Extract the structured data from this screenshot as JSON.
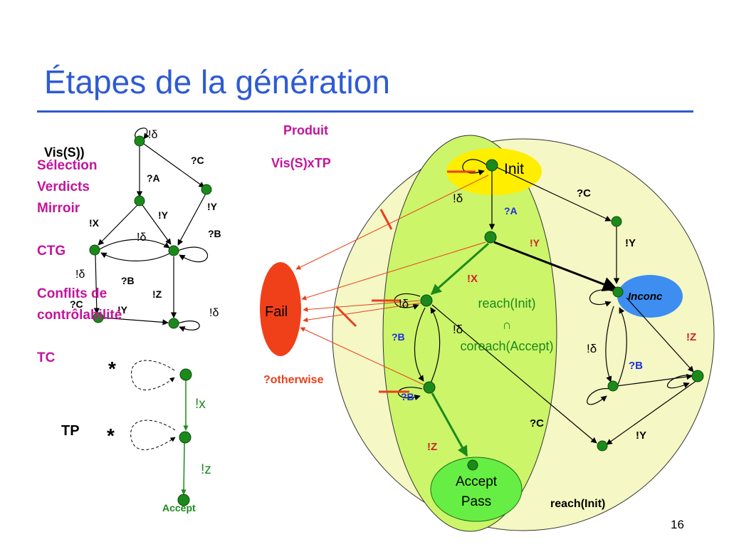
{
  "slide": {
    "title": "Étapes de la génération",
    "page_number": "16"
  },
  "steps": [
    "Sélection",
    "Verdicts",
    "Mirroir",
    "",
    "CTG",
    "",
    "Conflits de",
    "contrôlabilité",
    "",
    "TC"
  ],
  "vis_graph": {
    "title": "Vis(S))",
    "labels": {
      "delta": "!δ",
      "qA": "?A",
      "qC": "?C",
      "eX": "!X",
      "eY": "!Y",
      "qB": "?B",
      "eZ": "!Z"
    }
  },
  "tp_graph": {
    "title": "TP",
    "star": "*",
    "ex": "!x",
    "ez": "!z",
    "accept": "Accept"
  },
  "product": {
    "title_line1": "Produit",
    "title_line2": "Vis(S)xTP",
    "init": "Init",
    "fail": "Fail",
    "otherwise": "?otherwise",
    "inconc": "Inconc",
    "accept_line1": "Accept",
    "accept_line2": "Pass",
    "reach_line1": "reach(Init)",
    "reach_line2": "∩",
    "reach_line3": "coreach(Accept)",
    "reach_outer": "reach(Init)",
    "labels": {
      "delta": "!δ",
      "qA": "?A",
      "qC": "?C",
      "eY": "!Y",
      "eX": "!X",
      "qB": "?B",
      "eZ": "!Z"
    }
  },
  "colors": {
    "title": "#2f5bd2",
    "magenta": "#c4149a",
    "red": "#e8401c",
    "node_green": "#1b8a1b",
    "outer_ellipse": "#f5f7c4",
    "inner_ellipse": "#ccf56a",
    "init_fill": "#ffee00",
    "inconc_fill": "#3d8ef0",
    "accept_fill": "#66ee44",
    "label_blue": "#1c2fe0",
    "label_red": "#d0202a"
  }
}
